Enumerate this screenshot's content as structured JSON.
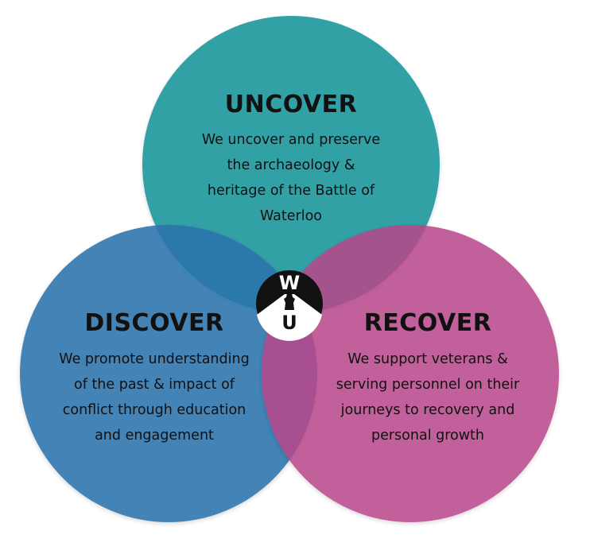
{
  "diagram": {
    "colors": {
      "uncover": "#2a9ea3",
      "discover": "#2a73ad",
      "recover": "#b8478a",
      "logo_dark": "#111111",
      "logo_light": "#ffffff"
    },
    "circles": [
      {
        "id": "uncover",
        "title": "UNCOVER",
        "lines": [
          "We uncover and preserve",
          "the archaeology &",
          "heritage of the Battle of",
          "Waterloo"
        ]
      },
      {
        "id": "discover",
        "title": "DISCOVER",
        "lines": [
          "We promote understanding",
          "of the past & impact of",
          "conflict through education",
          "and engagement"
        ]
      },
      {
        "id": "recover",
        "title": "RECOVER",
        "lines": [
          "We support veterans &",
          "serving personnel on their",
          "journeys to recovery and",
          "personal growth"
        ]
      }
    ],
    "logo": {
      "top_letter": "W",
      "bottom_letter": "U",
      "icon": "soldier-silhouette-icon"
    }
  }
}
